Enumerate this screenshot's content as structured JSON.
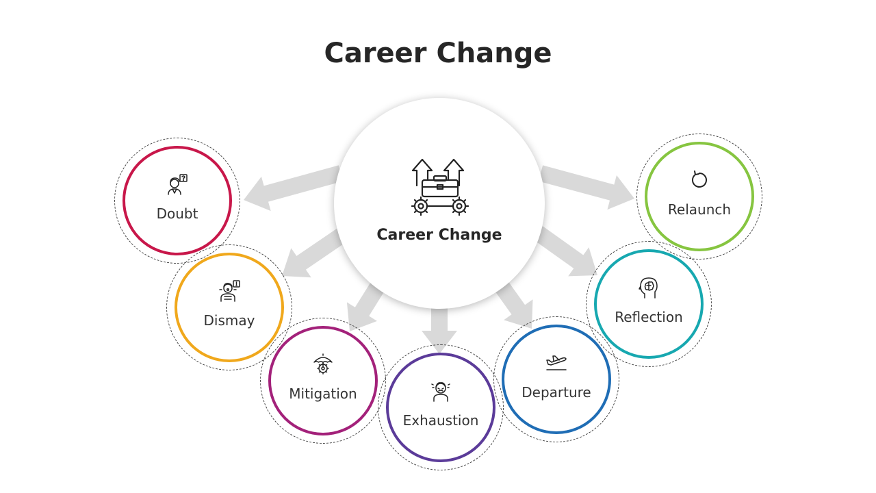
{
  "title": "Career Change",
  "center": {
    "label": "Career Change",
    "icon": "briefcase-gears-arrows-icon"
  },
  "stages": [
    {
      "label": "Doubt",
      "color": "#c8174a",
      "icon": "person-question-icon"
    },
    {
      "label": "Dismay",
      "color": "#f0a81c",
      "icon": "person-alert-icon"
    },
    {
      "label": "Mitigation",
      "color": "#a3217a",
      "icon": "umbrella-gear-icon"
    },
    {
      "label": "Exhaustion",
      "color": "#5b3b99",
      "icon": "tired-person-icon"
    },
    {
      "label": "Departure",
      "color": "#1f6db5",
      "icon": "airplane-takeoff-icon"
    },
    {
      "label": "Reflection",
      "color": "#17a8b0",
      "icon": "head-brain-icon"
    },
    {
      "label": "Relaunch",
      "color": "#86c540",
      "icon": "refresh-icon"
    }
  ],
  "arrow_color": "#d9d9d9"
}
